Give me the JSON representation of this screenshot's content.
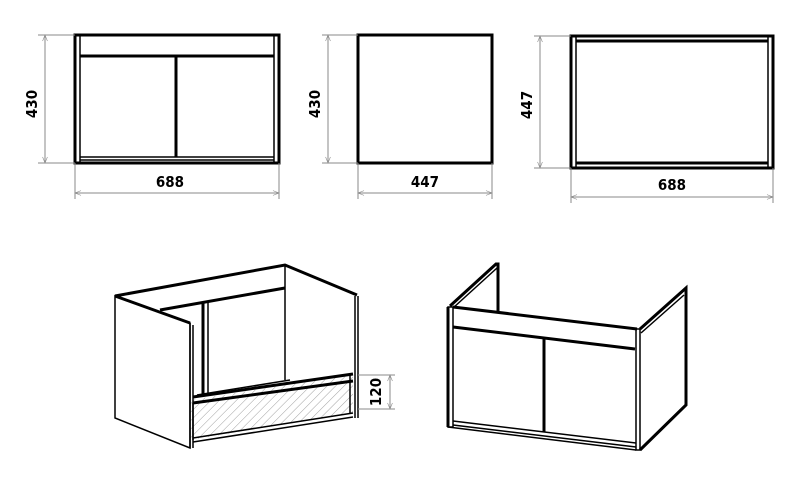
{
  "drawing": {
    "front_view": {
      "width_label": "688",
      "height_label": "430"
    },
    "side_view": {
      "width_label": "447",
      "height_label": "430"
    },
    "top_view": {
      "width_label": "688",
      "depth_label": "447"
    },
    "iso_back_view": {
      "drawer_height_label": "120"
    },
    "iso_front_view": {}
  }
}
